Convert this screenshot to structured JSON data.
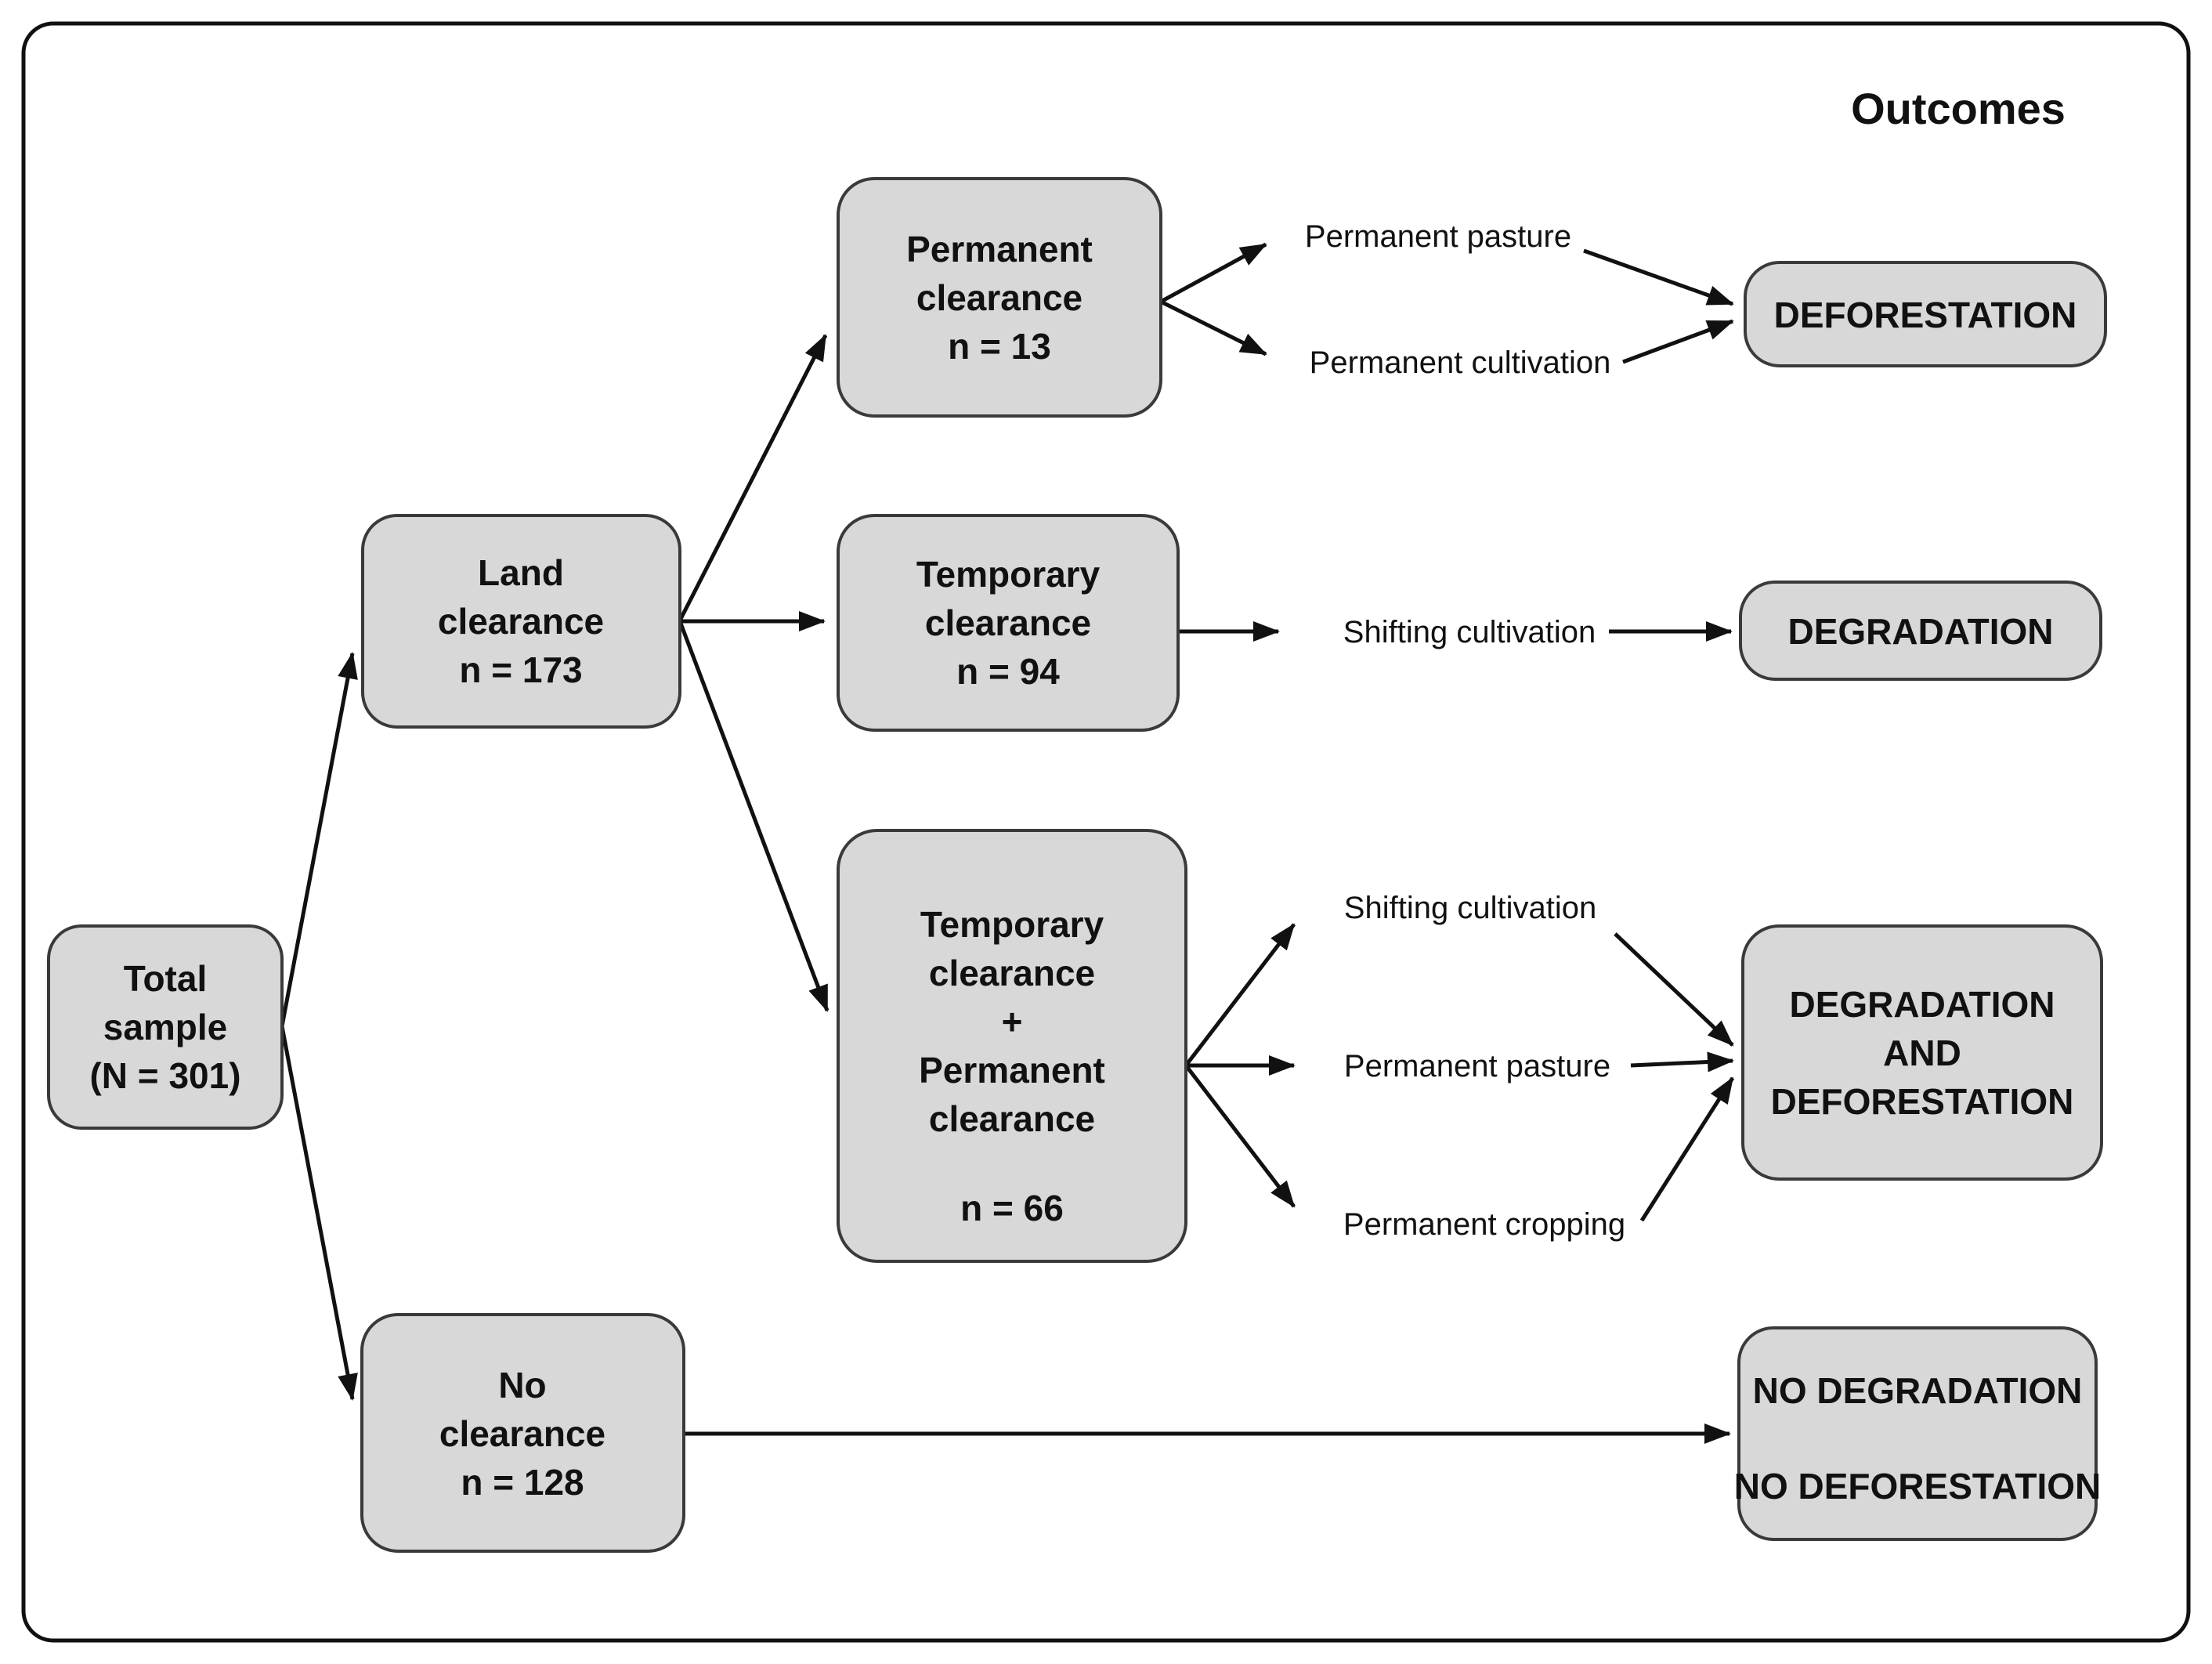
{
  "title": "Outcomes",
  "nodes": {
    "total_sample": {
      "lines": [
        "Total",
        "sample",
        "(N = 301)"
      ]
    },
    "land_clearance": {
      "lines": [
        "Land",
        "clearance",
        "n = 173"
      ]
    },
    "no_clearance": {
      "lines": [
        "No",
        "clearance",
        "n = 128"
      ]
    },
    "permanent_clearance": {
      "lines": [
        "Permanent",
        "clearance",
        "n = 13"
      ]
    },
    "temporary_clearance": {
      "lines": [
        "Temporary",
        "clearance",
        "n = 94"
      ]
    },
    "temp_perm_clearance": {
      "lines": [
        "Temporary",
        "clearance",
        "+",
        "Permanent",
        "clearance",
        "n = 66"
      ]
    },
    "deforestation": {
      "lines": [
        "DEFORESTATION"
      ]
    },
    "degradation": {
      "lines": [
        "DEGRADATION"
      ]
    },
    "degradation_and_deforestation": {
      "lines": [
        "DEGRADATION",
        "AND",
        "DEFORESTATION"
      ]
    },
    "no_degradation_no_deforestation": {
      "lines": [
        "NO DEGRADATION",
        "NO DEFORESTATION"
      ]
    }
  },
  "edge_labels": {
    "pc_pasture": "Permanent pasture",
    "pc_cultivation": "Permanent cultivation",
    "tc_shifting": "Shifting cultivation",
    "tp_shifting": "Shifting cultivation",
    "tp_pasture": "Permanent pasture",
    "tp_cropping": "Permanent cropping"
  },
  "colors": {
    "node_fill": "#d8d8d8",
    "node_stroke": "#3a3a3a",
    "arrow": "#111111",
    "text": "#111111",
    "background": "#ffffff"
  }
}
